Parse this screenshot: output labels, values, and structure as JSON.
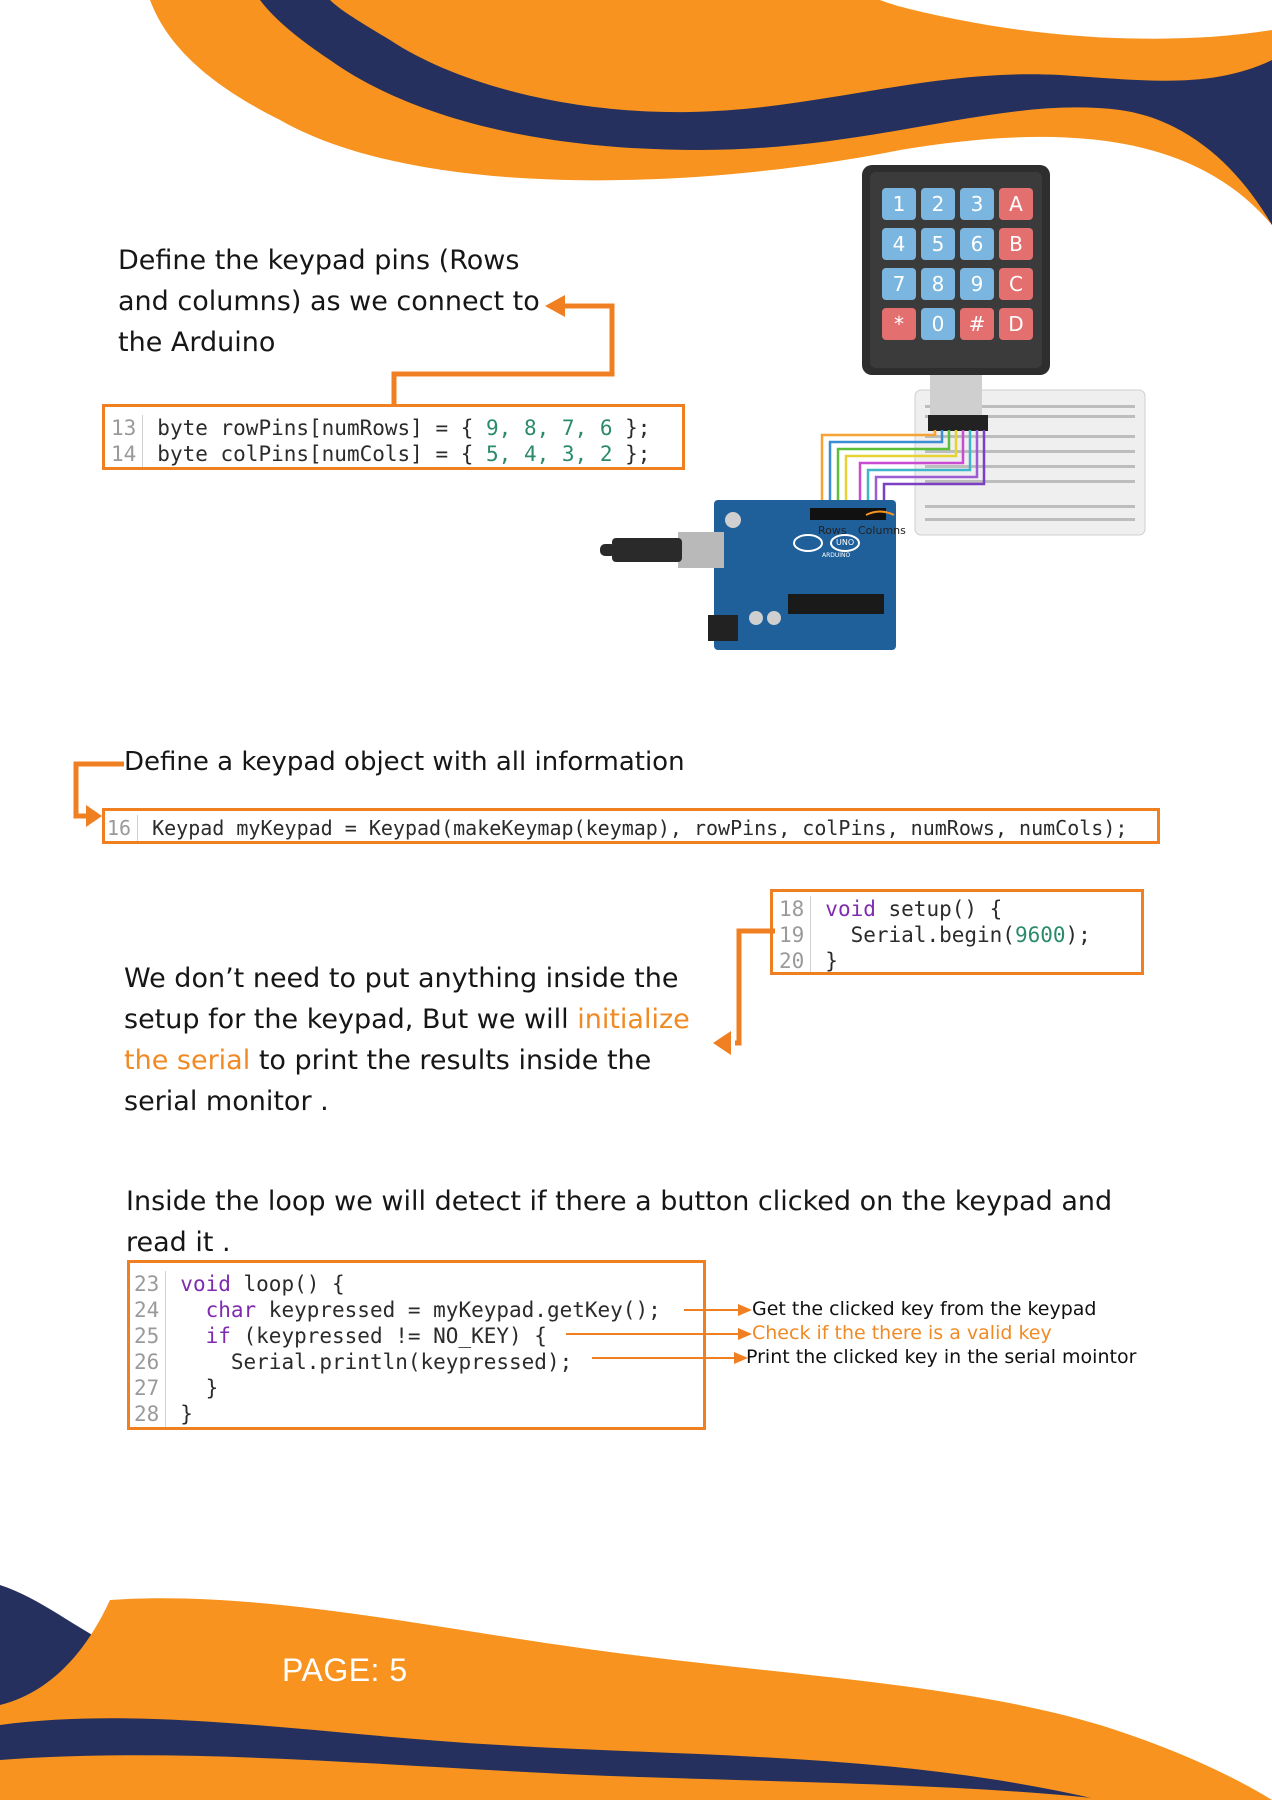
{
  "paragraphs": {
    "pins": [
      "Define the keypad pins (Rows",
      "and columns) as we connect to",
      "the Arduino"
    ],
    "object": "Define a keypad object with all information",
    "setup": {
      "line1": "We don’t need to put anything inside the",
      "line2_pre": "setup for the keypad, But we will ",
      "line2_accent": "initialize",
      "line3_accent": "the serial",
      "line3_post": " to print the results inside the",
      "line4": "serial monitor ."
    },
    "loop": [
      "Inside the loop we will detect if there a button clicked on the keypad and",
      "read it ."
    ]
  },
  "code_pins": [
    {
      "ln": "13",
      "text": "byte rowPins[numRows] = { ",
      "nums": "9, 8, 7, 6",
      "end": " };"
    },
    {
      "ln": "14",
      "text": "byte colPins[numCols] = { ",
      "nums": "5, 4, 3, 2",
      "end": " };"
    }
  ],
  "code_object": {
    "ln": "16",
    "text": "Keypad myKeypad = Keypad(makeKeymap(keymap), rowPins, colPins, numRows, numCols);"
  },
  "code_setup": [
    {
      "ln": "18",
      "kw": "void",
      "text": " setup() {"
    },
    {
      "ln": "19",
      "text": "  Serial.begin(",
      "num": "9600",
      "end": ");"
    },
    {
      "ln": "20",
      "text": "}"
    }
  ],
  "code_loop": [
    {
      "ln": "23",
      "kw": "void",
      "text": " loop() {"
    },
    {
      "ln": "24",
      "kw": "  char",
      "text": " keypressed = myKeypad.getKey();"
    },
    {
      "ln": "25",
      "kw": "  if",
      "text": " (keypressed != NO_KEY) {"
    },
    {
      "ln": "26",
      "text": "    Serial.println(keypressed);"
    },
    {
      "ln": "27",
      "text": "  }"
    },
    {
      "ln": "28",
      "text": "}"
    }
  ],
  "annotations": {
    "get_key": "Get the clicked key from the keypad",
    "check_key": "Check if the there is a valid key",
    "print_key": "Print the clicked key in the serial mointor"
  },
  "keypad": {
    "keys": [
      "1",
      "2",
      "3",
      "A",
      "4",
      "5",
      "6",
      "B",
      "7",
      "8",
      "9",
      "C",
      "*",
      "0",
      "#",
      "D"
    ],
    "pin_labels": {
      "rows": "Rows",
      "columns": "Columns"
    },
    "board_labels": {
      "arduino": "ARDUINO",
      "uno": "UNO"
    }
  },
  "page": {
    "label": "PAGE: 5"
  },
  "colors": {
    "orange": "#f7931e",
    "navy": "#25305e",
    "accent": "#f08a24",
    "code_border": "#f07f22"
  }
}
